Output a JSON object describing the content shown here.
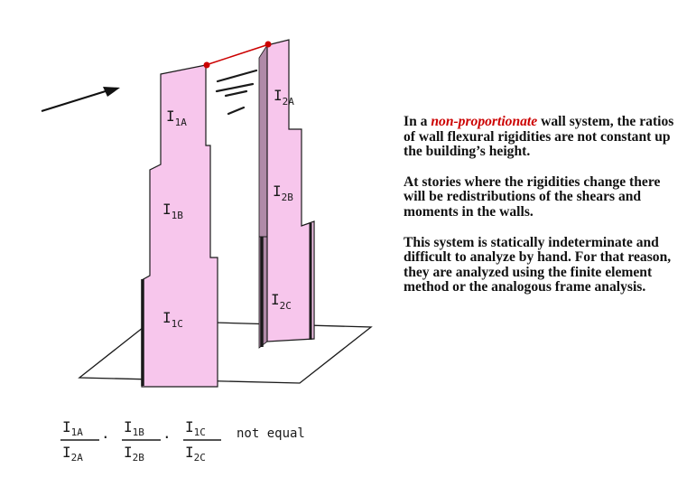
{
  "diagram": {
    "wall1": {
      "top": "I",
      "top_sub": "1A",
      "mid": "I",
      "mid_sub": "1B",
      "bot": "I",
      "bot_sub": "1C"
    },
    "wall2": {
      "top": "I",
      "top_sub": "2A",
      "mid": "I",
      "mid_sub": "2B",
      "bot": "I",
      "bot_sub": "2C"
    },
    "ratios": [
      {
        "num": "I",
        "num_sub": "1A",
        "den": "I",
        "den_sub": "2A",
        "sep": "."
      },
      {
        "num": "I",
        "num_sub": "1B",
        "den": "I",
        "den_sub": "2B",
        "sep": "."
      },
      {
        "num": "I",
        "num_sub": "1C",
        "den": "I",
        "den_sub": "2C",
        "sep": ""
      }
    ],
    "note": "not equal"
  },
  "text": {
    "p1_pre": "In a ",
    "p1_em": "non-proportionate",
    "p1_post": " wall system, the ratios of wall flexural rigidities are not constant up the building’s height.",
    "p2": "At stories where the rigidities change there will be redistributions of the shears and moments in the walls.",
    "p3": "This system is statically indeterminate and difficult to analyze by hand. For that reason, they are analyzed using the finite element method or the analogous frame analysis."
  },
  "colors": {
    "wall_fill": "#f7c6ec",
    "accent": "#cc0000",
    "ink": "#1a1a1a"
  }
}
